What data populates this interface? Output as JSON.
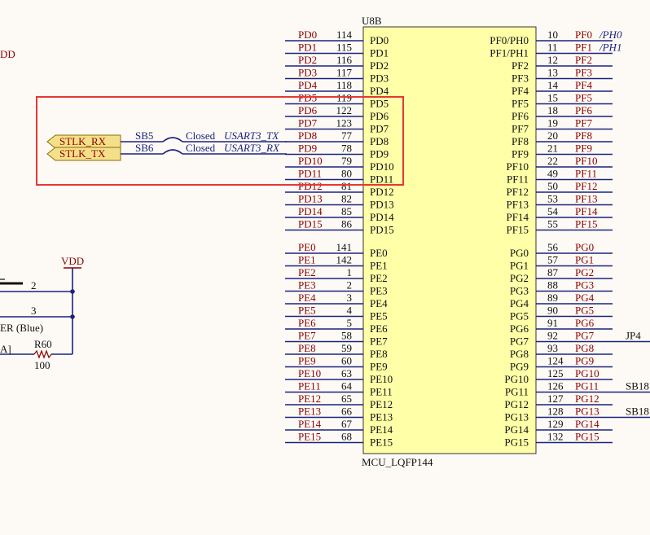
{
  "component": {
    "designator": "U8B",
    "part": "MCU_LQFP144"
  },
  "left_pins_top": [
    {
      "net": "PD0",
      "num": "114",
      "name": "PD0"
    },
    {
      "net": "PD1",
      "num": "115",
      "name": "PD1"
    },
    {
      "net": "PD2",
      "num": "116",
      "name": "PD2"
    },
    {
      "net": "PD3",
      "num": "117",
      "name": "PD3"
    },
    {
      "net": "PD4",
      "num": "118",
      "name": "PD4"
    },
    {
      "net": "PD5",
      "num": "119",
      "name": "PD5"
    },
    {
      "net": "PD6",
      "num": "122",
      "name": "PD6"
    },
    {
      "net": "PD7",
      "num": "123",
      "name": "PD7"
    },
    {
      "net": "PD8",
      "num": "77",
      "name": "PD8"
    },
    {
      "net": "PD9",
      "num": "78",
      "name": "PD9"
    },
    {
      "net": "PD10",
      "num": "79",
      "name": "PD10"
    },
    {
      "net": "PD11",
      "num": "80",
      "name": "PD11"
    },
    {
      "net": "PD12",
      "num": "81",
      "name": "PD12"
    },
    {
      "net": "PD13",
      "num": "82",
      "name": "PD13"
    },
    {
      "net": "PD14",
      "num": "85",
      "name": "PD14"
    },
    {
      "net": "PD15",
      "num": "86",
      "name": "PD15"
    }
  ],
  "left_pins_bottom": [
    {
      "net": "PE0",
      "num": "141",
      "name": "PE0"
    },
    {
      "net": "PE1",
      "num": "142",
      "name": "PE1"
    },
    {
      "net": "PE2",
      "num": "1",
      "name": "PE2"
    },
    {
      "net": "PE3",
      "num": "2",
      "name": "PE3"
    },
    {
      "net": "PE4",
      "num": "3",
      "name": "PE4"
    },
    {
      "net": "PE5",
      "num": "4",
      "name": "PE5"
    },
    {
      "net": "PE6",
      "num": "5",
      "name": "PE6"
    },
    {
      "net": "PE7",
      "num": "58",
      "name": "PE7"
    },
    {
      "net": "PE8",
      "num": "59",
      "name": "PE8"
    },
    {
      "net": "PE9",
      "num": "60",
      "name": "PE9"
    },
    {
      "net": "PE10",
      "num": "63",
      "name": "PE10"
    },
    {
      "net": "PE11",
      "num": "64",
      "name": "PE11"
    },
    {
      "net": "PE12",
      "num": "65",
      "name": "PE12"
    },
    {
      "net": "PE13",
      "num": "66",
      "name": "PE13"
    },
    {
      "net": "PE14",
      "num": "67",
      "name": "PE14"
    },
    {
      "net": "PE15",
      "num": "68",
      "name": "PE15"
    }
  ],
  "right_pins_top": [
    {
      "name": "PF0/PH0",
      "num": "10",
      "net": "PF0",
      "extra": "/PH0"
    },
    {
      "name": "PF1/PH1",
      "num": "11",
      "net": "PF1",
      "extra": "/PH1"
    },
    {
      "name": "PF2",
      "num": "12",
      "net": "PF2",
      "extra": ""
    },
    {
      "name": "PF3",
      "num": "13",
      "net": "PF3",
      "extra": ""
    },
    {
      "name": "PF4",
      "num": "14",
      "net": "PF4",
      "extra": ""
    },
    {
      "name": "PF5",
      "num": "15",
      "net": "PF5",
      "extra": ""
    },
    {
      "name": "PF6",
      "num": "18",
      "net": "PF6",
      "extra": ""
    },
    {
      "name": "PF7",
      "num": "19",
      "net": "PF7",
      "extra": ""
    },
    {
      "name": "PF8",
      "num": "20",
      "net": "PF8",
      "extra": ""
    },
    {
      "name": "PF9",
      "num": "21",
      "net": "PF9",
      "extra": ""
    },
    {
      "name": "PF10",
      "num": "22",
      "net": "PF10",
      "extra": ""
    },
    {
      "name": "PF11",
      "num": "49",
      "net": "PF11",
      "extra": ""
    },
    {
      "name": "PF12",
      "num": "50",
      "net": "PF12",
      "extra": ""
    },
    {
      "name": "PF13",
      "num": "53",
      "net": "PF13",
      "extra": ""
    },
    {
      "name": "PF14",
      "num": "54",
      "net": "PF14",
      "extra": ""
    },
    {
      "name": "PF15",
      "num": "55",
      "net": "PF15",
      "extra": ""
    }
  ],
  "right_pins_bottom": [
    {
      "name": "PG0",
      "num": "56",
      "net": "PG0",
      "extra": ""
    },
    {
      "name": "PG1",
      "num": "57",
      "net": "PG1",
      "extra": ""
    },
    {
      "name": "PG2",
      "num": "87",
      "net": "PG2",
      "extra": ""
    },
    {
      "name": "PG3",
      "num": "88",
      "net": "PG3",
      "extra": ""
    },
    {
      "name": "PG4",
      "num": "89",
      "net": "PG4",
      "extra": ""
    },
    {
      "name": "PG5",
      "num": "90",
      "net": "PG5",
      "extra": ""
    },
    {
      "name": "PG6",
      "num": "91",
      "net": "PG6",
      "extra": ""
    },
    {
      "name": "PG7",
      "num": "92",
      "net": "PG7",
      "extra": "JP4"
    },
    {
      "name": "PG8",
      "num": "93",
      "net": "PG8",
      "extra": ""
    },
    {
      "name": "PG9",
      "num": "124",
      "net": "PG9",
      "extra": ""
    },
    {
      "name": "PG10",
      "num": "125",
      "net": "PG10",
      "extra": ""
    },
    {
      "name": "PG11",
      "num": "126",
      "net": "PG11",
      "extra": "SB18"
    },
    {
      "name": "PG12",
      "num": "127",
      "net": "PG12",
      "extra": ""
    },
    {
      "name": "PG13",
      "num": "128",
      "net": "PG13",
      "extra": "SB18"
    },
    {
      "name": "PG14",
      "num": "129",
      "net": "PG14",
      "extra": ""
    },
    {
      "name": "PG15",
      "num": "132",
      "net": "PG15",
      "extra": ""
    }
  ],
  "stlink": {
    "rx_port": "STLK_RX",
    "tx_port": "STLK_TX",
    "sb5": "SB5",
    "sb6": "SB6",
    "closed1": "Closed",
    "closed2": "Closed",
    "usart_tx": "USART3_TX",
    "usart_rx": "USART3_RX"
  },
  "left_area": {
    "vdd_top": "DD",
    "vdd": "VDD",
    "pin2": "2",
    "pin3": "3",
    "led_label": "ER (Blue)",
    "bracket_label": "A]",
    "resistor": "R60",
    "resistor_value": "100"
  },
  "colors": {
    "net": "#8b0000",
    "wire": "#1a237e",
    "highlight": "#e53935",
    "body": "#ffffa8",
    "port": "#f5e08a"
  }
}
